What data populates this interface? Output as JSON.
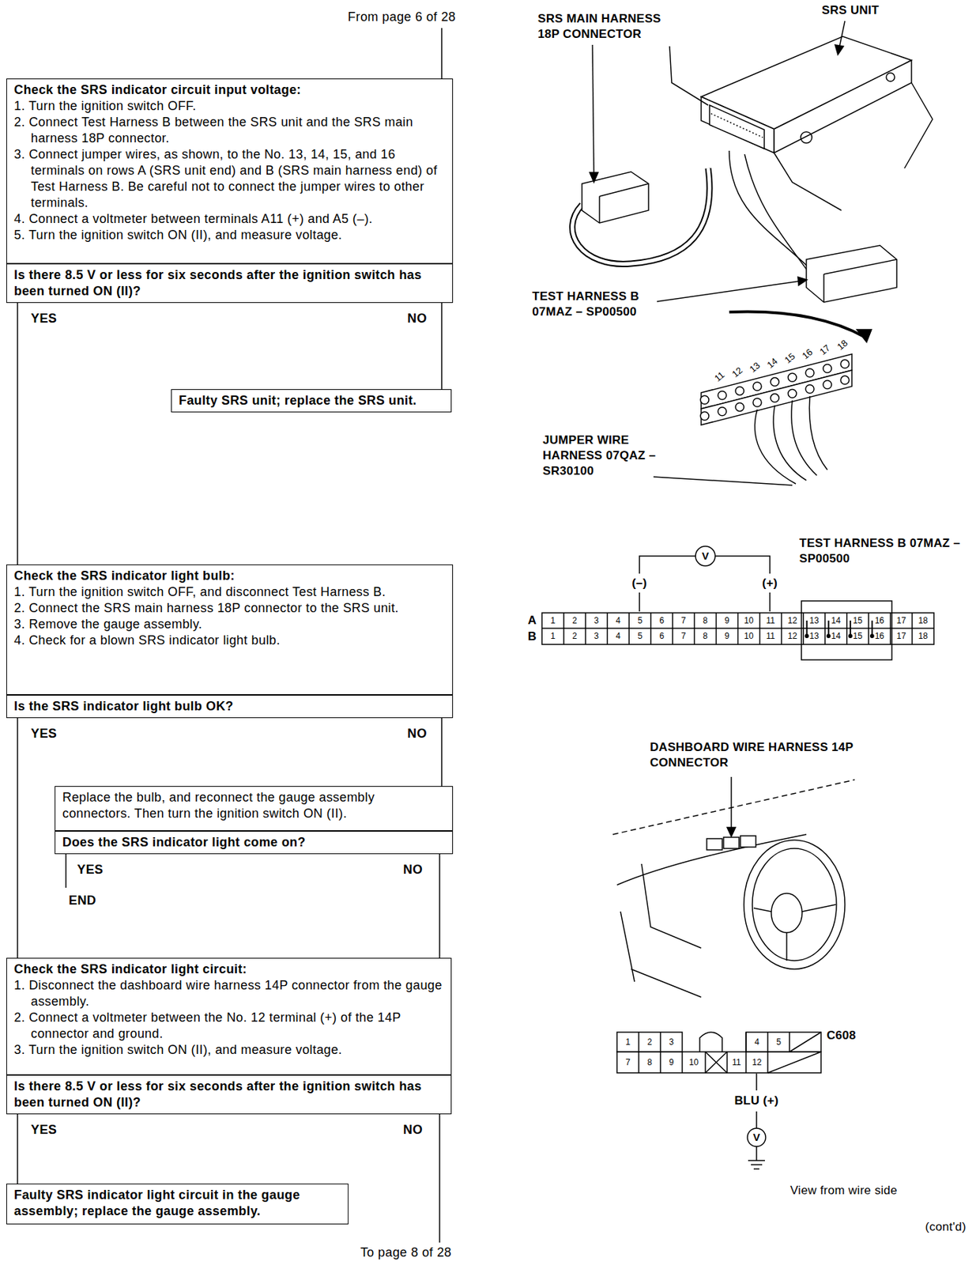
{
  "diagram": {
    "nodes": [
      {
        "text": [
          "Check the SRS indicator circuit input voltage:",
          "1. Turn the ignition switch OFF.",
          "2. Connect Test Harness B between the SRS unit and the SRS main harness 18P connector.",
          "3. Connect jumper wires, as shown, to the No. 13, 14, 15, and 16 terminals on rows A (SRS unit end) and B (SRS main harness end) of Test Harness B. Be careful not to connect the jumper wires to other terminals.",
          "4. Connect a voltmeter between terminals A11 (+) and A5 (–).",
          "5. Turn the ignition switch ON (II), and measure voltage."
        ]
      },
      {
        "text": [
          "Is there 8.5 V or less for six seconds after the ignition switch has been turned ON (II)?"
        ]
      },
      {
        "text": [
          "Faulty SRS unit; replace the SRS unit."
        ]
      },
      {
        "text": [
          "Check the SRS indicator light bulb:",
          "1. Turn the ignition switch OFF, and disconnect Test Harness B.",
          "2. Connect the SRS main harness 18P connector to the SRS unit.",
          "3. Remove the gauge assembly.",
          "4. Check for a blown SRS indicator light bulb."
        ]
      },
      {
        "text": [
          "Is the SRS indicator light bulb OK?"
        ]
      },
      {
        "text": [
          "Replace the bulb, and reconnect the gauge assembly connectors. Then turn the ignition switch ON (II)."
        ]
      },
      {
        "text": [
          "Does the SRS indicator light come on?"
        ]
      },
      {
        "text": [
          "Check the SRS indicator light circuit:",
          "1. Disconnect the dashboard wire harness 14P connector from the gauge assembly.",
          "2. Connect a voltmeter between the No. 12 terminal (+) of the 14P connector and ground.",
          "3. Turn the ignition switch ON (II), and measure voltage."
        ]
      },
      {
        "text": [
          "Is there 8.5 V or less for six seconds after the ignition switch has been turned ON (II)?"
        ]
      },
      {
        "text": [
          "Faulty SRS indicator light circuit in the gauge assembly; replace the gauge assembly."
        ]
      }
    ],
    "edges": [
      {
        "from": 1,
        "to": 3,
        "label": "YES",
        "arrow": "none"
      },
      {
        "from": 1,
        "to": 2,
        "label": "NO",
        "arrow": "none"
      },
      {
        "from": 4,
        "to": 7,
        "label": "YES",
        "arrow": "none"
      },
      {
        "from": 4,
        "to": 5,
        "label": "NO",
        "arrow": "none"
      },
      {
        "from": 6,
        "to": 7,
        "label": "NO",
        "arrow": "none"
      },
      {
        "from": 8,
        "to": 9,
        "label": "YES",
        "arrow": "none"
      }
    ],
    "labels": [
      "From page 6 of 28",
      "YES",
      "END",
      "NO",
      "To page 8 of 28",
      "SRS MAIN HARNESS 18P CONNECTOR",
      "SRS UNIT",
      "TEST HARNESS B 07MAZ – SP00500",
      "JUMPER WIRE HARNESS 07QAZ – SR30100",
      "11",
      "12",
      "13",
      "14",
      "15",
      "16",
      "17",
      "18",
      "V",
      "(–)",
      "(+)",
      "TEST HARNESS B 07MAZ – SP00500",
      "A",
      "B",
      "1",
      "2",
      "3",
      "4",
      "5",
      "6",
      "7",
      "8",
      "9",
      "10",
      "11",
      "12",
      "13",
      "14",
      "15",
      "16",
      "17",
      "18",
      "1",
      "2",
      "3",
      "4",
      "5",
      "6",
      "7",
      "8",
      "9",
      "10",
      "11",
      "12",
      "13",
      "14",
      "15",
      "16",
      "17",
      "18",
      "DASHBOARD WIRE HARNESS 14P CONNECTOR",
      "1",
      "2",
      "3",
      "4",
      "5",
      "7",
      "8",
      "9",
      "10",
      "11",
      "12",
      "C608",
      "BLU (+)",
      "V",
      "View from wire side",
      "(cont'd)"
    ]
  }
}
